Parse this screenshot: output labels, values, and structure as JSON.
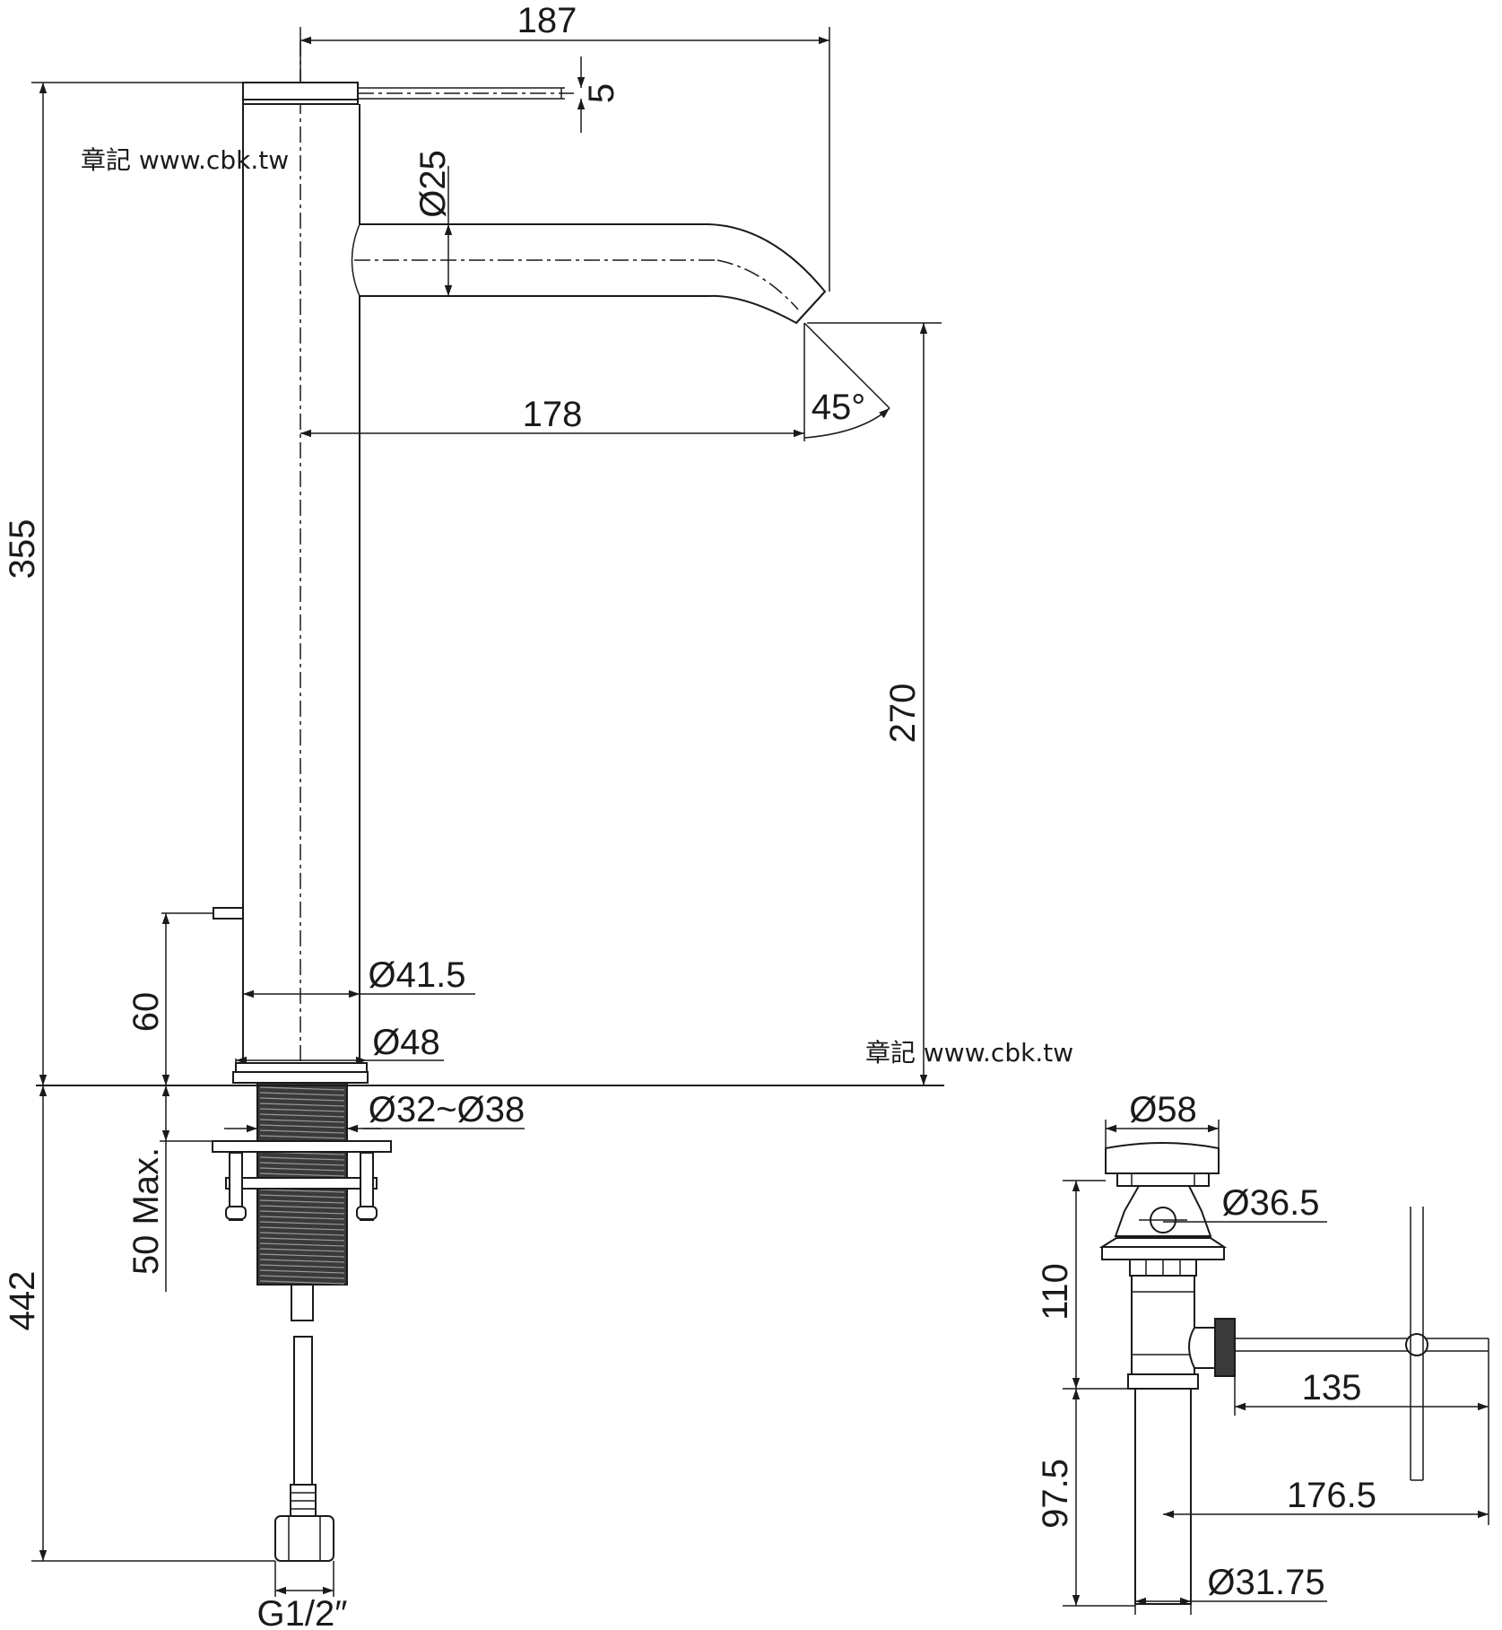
{
  "watermark": {
    "text": "章記 www.cbk.tw"
  },
  "faucet": {
    "width_total": "187",
    "handle_thickness": "5",
    "spout_diameter": "Ø25",
    "spout_reach": "178",
    "outlet_angle": "45°",
    "outlet_height": "270",
    "total_height": "355",
    "drain_rod_height": "60",
    "body_diameter": "Ø41.5",
    "base_diameter": "Ø48",
    "hole_diameter": "Ø32~Ø38",
    "deck_thickness": "50 Max.",
    "hose_length": "442",
    "hose_thread": "G1/2″"
  },
  "drain": {
    "cap_diameter": "Ø58",
    "body_diameter": "Ø36.5",
    "upper_height": "110",
    "rod_length": "135",
    "lower_height": "97.5",
    "rod_total": "176.5",
    "tail_diameter": "Ø31.75"
  }
}
